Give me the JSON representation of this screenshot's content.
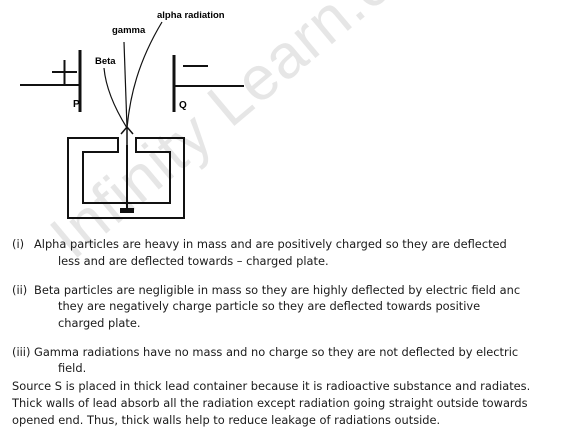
{
  "diagram": {
    "labels": {
      "alpha": "alpha radiation",
      "gamma": "gamma",
      "beta": "Beta",
      "plate_p": "P",
      "plate_q": "Q"
    }
  },
  "items": [
    {
      "number": "(i)",
      "lines": [
        "Alpha particles are heavy in mass and are positively charged so they are deflected",
        "less and are deflected towards – charged plate."
      ]
    },
    {
      "number": "(ii)",
      "lines": [
        "Beta particles are negligible in mass so they are highly deflected by electric field anc",
        "they are negatively charge particle so they are deflected towards positive",
        "charged plate."
      ]
    },
    {
      "number": "(iii)",
      "lines": [
        "Gamma radiations have no mass and no charge so they are not deflected by electric",
        "field."
      ]
    }
  ],
  "paragraph": [
    "Source S is placed in thick lead container because it is radioactive substance and radiates.",
    "Thick walls of lead absorb all the radiation except radiation going straight outside towards",
    "opened end. Thus, thick walls help to reduce leakage of radiations outside."
  ],
  "watermark": "Infinity Learn.com"
}
